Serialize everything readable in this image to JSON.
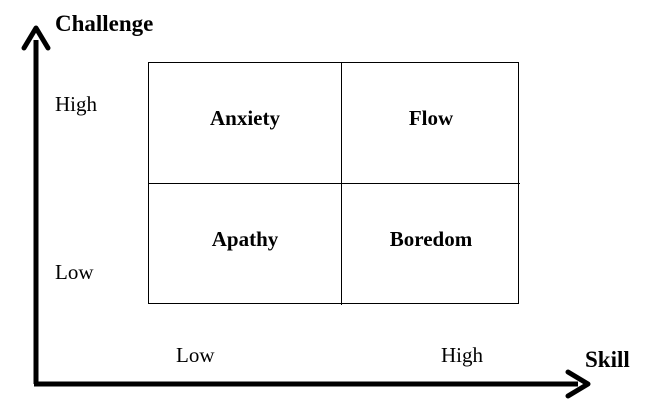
{
  "y_axis": {
    "title": "Challenge",
    "ticks": {
      "high": "High",
      "low": "Low"
    }
  },
  "x_axis": {
    "title": "Skill",
    "ticks": {
      "low": "Low",
      "high": "High"
    }
  },
  "quadrants": {
    "top_left": "Anxiety",
    "top_right": "Flow",
    "bottom_left": "Apathy",
    "bottom_right": "Boredom"
  }
}
